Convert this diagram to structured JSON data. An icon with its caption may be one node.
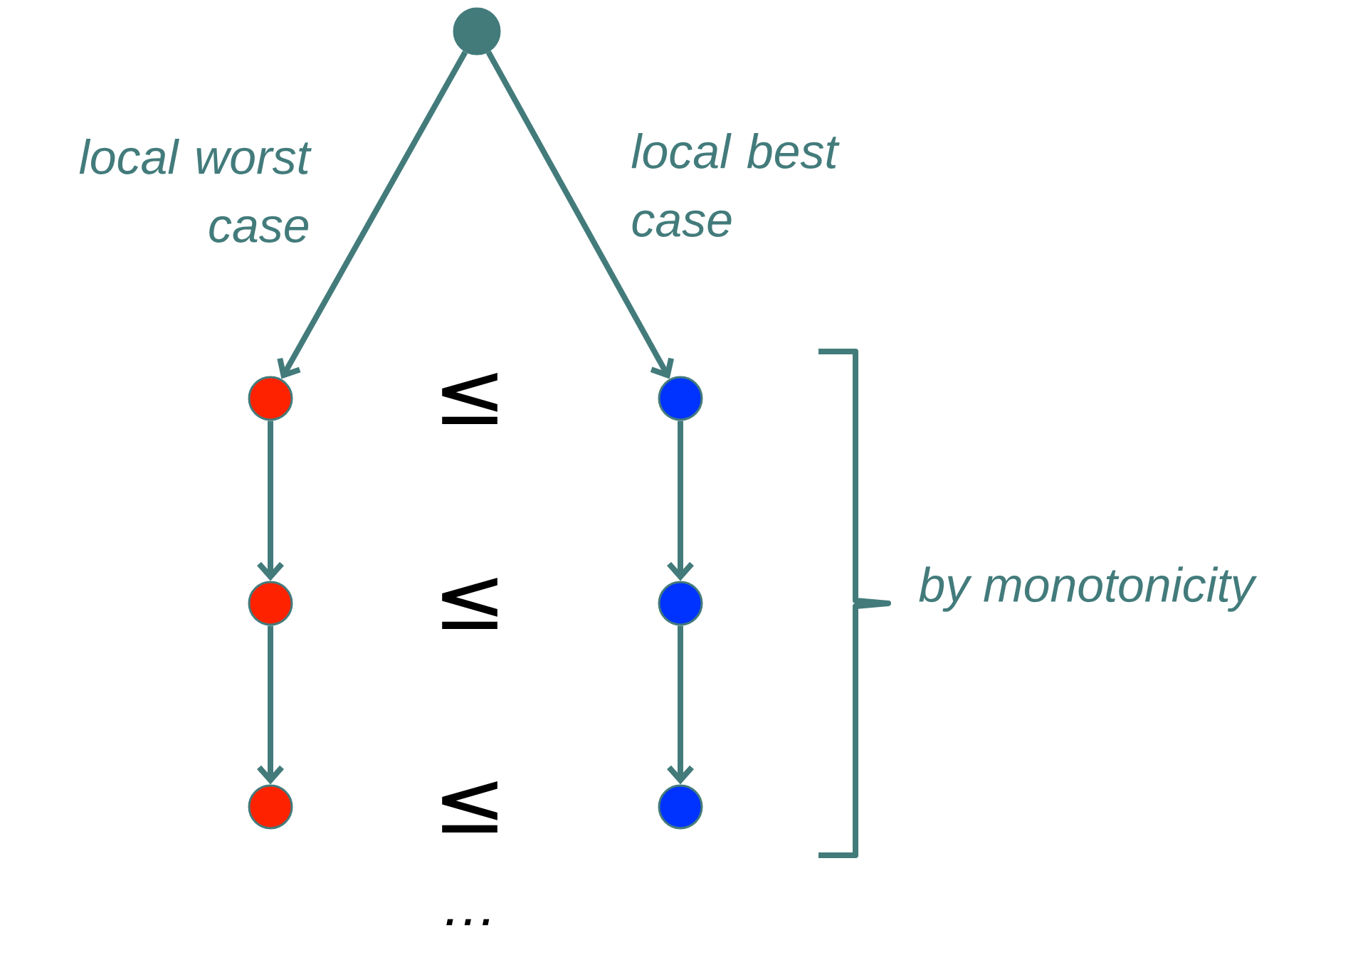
{
  "diagram": {
    "nodes": [
      {
        "text": [],
        "shape": "circle"
      },
      {
        "text": [],
        "shape": "circle"
      },
      {
        "text": [],
        "shape": "circle"
      },
      {
        "text": [],
        "shape": "circle"
      },
      {
        "text": [],
        "shape": "circle"
      },
      {
        "text": [],
        "shape": "circle"
      },
      {
        "text": [],
        "shape": "circle"
      }
    ],
    "edges": [
      {
        "from": 0,
        "to": 1,
        "arrow": "to",
        "label": "local worst case"
      },
      {
        "from": 0,
        "to": 2,
        "arrow": "to",
        "label": "local best case"
      },
      {
        "from": 1,
        "to": 3,
        "arrow": "to"
      },
      {
        "from": 3,
        "to": 5,
        "arrow": "to"
      },
      {
        "from": 2,
        "to": 4,
        "arrow": "to"
      },
      {
        "from": 4,
        "to": 6,
        "arrow": "to"
      }
    ],
    "labels": [
      "≤",
      "≤",
      "≤",
      "by monotonicity",
      "…"
    ]
  }
}
